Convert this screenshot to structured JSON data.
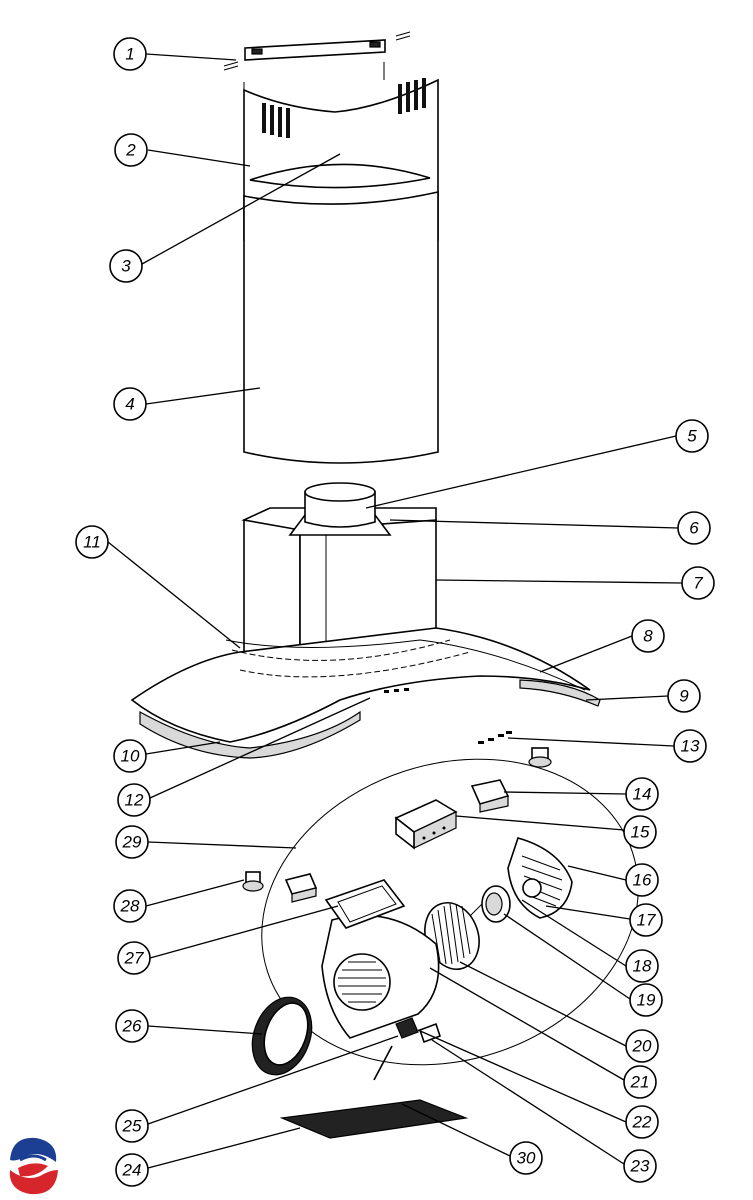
{
  "callouts": [
    {
      "number": "1"
    },
    {
      "number": "2"
    },
    {
      "number": "3"
    },
    {
      "number": "4"
    },
    {
      "number": "5"
    },
    {
      "number": "6"
    },
    {
      "number": "7"
    },
    {
      "number": "8"
    },
    {
      "number": "9"
    },
    {
      "number": "10"
    },
    {
      "number": "11"
    },
    {
      "number": "12"
    },
    {
      "number": "13"
    },
    {
      "number": "14"
    },
    {
      "number": "15"
    },
    {
      "number": "16"
    },
    {
      "number": "17"
    },
    {
      "number": "18"
    },
    {
      "number": "19"
    },
    {
      "number": "20"
    },
    {
      "number": "21"
    },
    {
      "number": "22"
    },
    {
      "number": "23"
    },
    {
      "number": "24"
    },
    {
      "number": "25"
    },
    {
      "number": "26"
    },
    {
      "number": "27"
    },
    {
      "number": "28"
    },
    {
      "number": "29"
    },
    {
      "number": "30"
    }
  ],
  "logo": {
    "icon": "brand-swirl-logo-icon",
    "colors": {
      "red": "#d7262b",
      "blue": "#1c3f94"
    }
  }
}
